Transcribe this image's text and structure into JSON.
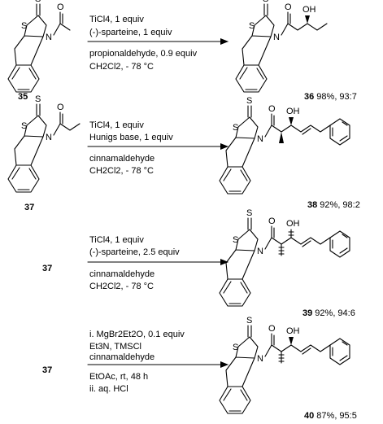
{
  "atoms": {
    "S": "S",
    "N": "N",
    "O": "O",
    "OH": "OH"
  },
  "reactions": [
    {
      "start_label": "35",
      "reagents_above": [
        "TiCl4, 1 equiv",
        "(-)-sparteine, 1 equiv"
      ],
      "reagents_below": [
        "propionaldehyde, 0.9 equiv",
        "CH2Cl2, - 78 °C"
      ],
      "product_label": "36",
      "product_result": " 98%, 93:7"
    },
    {
      "start_label": "37",
      "reagents_above": [
        "TiCl4, 1 equiv",
        "Hunigs base, 1 equiv"
      ],
      "reagents_below": [
        "cinnamaldehyde",
        "CH2Cl2, - 78 °C"
      ],
      "product_label": "38",
      "product_result": " 92%, 98:2"
    },
    {
      "start_label": "37",
      "reagents_above": [
        "TiCl4, 1 equiv",
        "(-)-sparteine, 2.5 equiv"
      ],
      "reagents_below": [
        "cinnamaldehyde",
        "CH2Cl2, - 78 °C"
      ],
      "product_label": "39",
      "product_result": " 92%, 94:6"
    },
    {
      "start_label": "37",
      "reagents_above": [
        "i. MgBr2Et2O, 0.1 equiv",
        "Et3N, TMSCl",
        "cinnamaldehyde"
      ],
      "reagents_below": [
        "EtOAc, rt, 48 h",
        "ii. aq. HCl"
      ],
      "product_label": "40",
      "product_result": " 87%, 95:5"
    }
  ]
}
